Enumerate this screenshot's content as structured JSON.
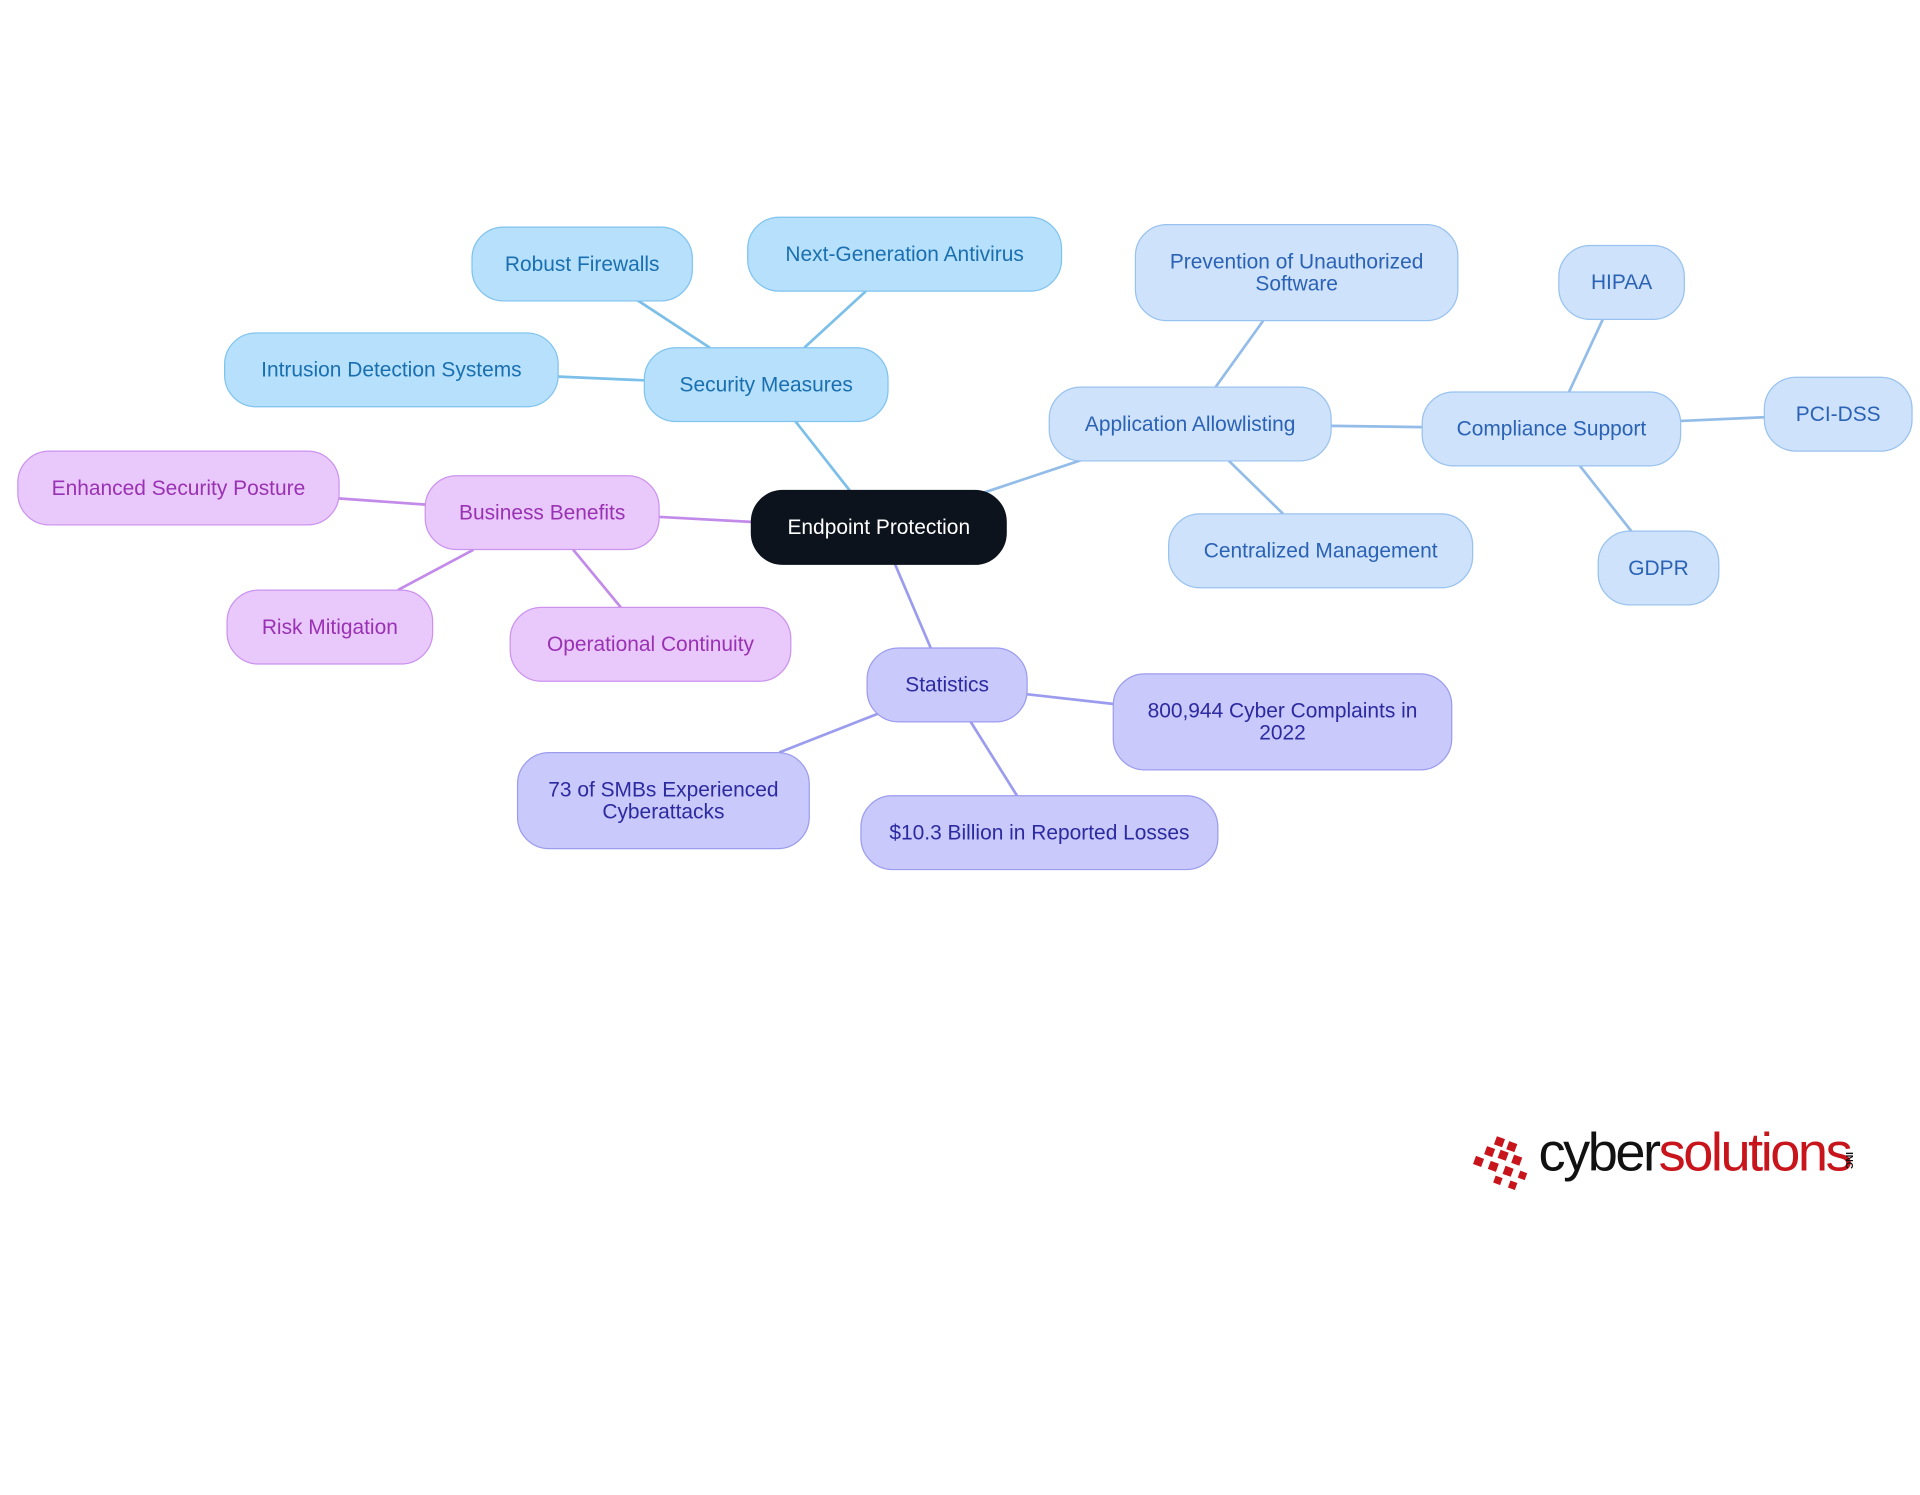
{
  "diagram": {
    "root": "Endpoint Protection",
    "branches": {
      "security_measures": {
        "label": "Security Measures",
        "children": [
          "Robust Firewalls",
          "Next-Generation Antivirus",
          "Intrusion Detection Systems"
        ]
      },
      "application_allowlisting": {
        "label": "Application Allowlisting",
        "children": [
          "Prevention of Unauthorized Software",
          "Centralized Management"
        ]
      },
      "compliance_support": {
        "label": "Compliance Support",
        "children": [
          "HIPAA",
          "PCI-DSS",
          "GDPR"
        ]
      },
      "business_benefits": {
        "label": "Business Benefits",
        "children": [
          "Enhanced Security Posture",
          "Risk Mitigation",
          "Operational Continuity"
        ]
      },
      "statistics": {
        "label": "Statistics",
        "children": [
          "800,944 Cyber Complaints in 2022",
          "73 of SMBs Experienced Cyberattacks",
          "$10.3 Billion in Reported Losses"
        ]
      }
    },
    "colors": {
      "root": "#0d131d",
      "security_measures": "#b6e0fc",
      "application_allowlisting": "#cfe2fb",
      "business_benefits": "#e9c9fb",
      "statistics": "#c9c9fb"
    }
  },
  "logo": {
    "part1": "cyber",
    "part2": "solutions",
    "suffix": "INC"
  }
}
